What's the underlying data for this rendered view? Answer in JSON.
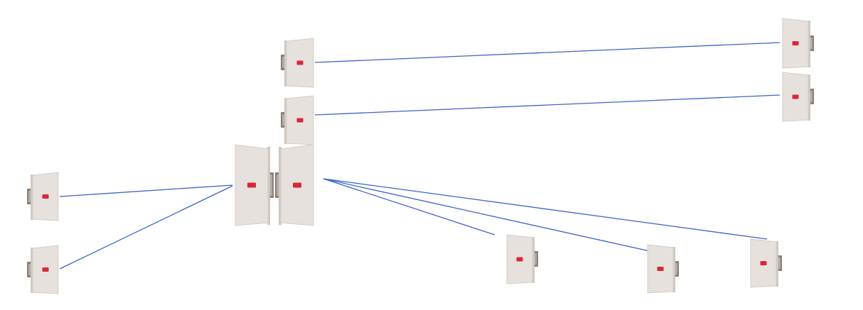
{
  "diagram": {
    "description_free": true,
    "colors": {
      "link": "#3a64c8",
      "panel_face": "#e6e1dc",
      "panel_side": "#cfc8c1",
      "bracket": "#8a7f78",
      "logo": "#d8283a"
    },
    "icons": [
      "antenna-panel-icon",
      "sector-antenna-icon",
      "mount-bracket-icon",
      "brand-logo-icon"
    ],
    "nodes": [
      {
        "id": "ptp-a-left",
        "kind": "panel",
        "mount": "left"
      },
      {
        "id": "ptp-a-right",
        "kind": "panel",
        "mount": "right"
      },
      {
        "id": "ptp-b-left",
        "kind": "panel",
        "mount": "left"
      },
      {
        "id": "ptp-b-right",
        "kind": "panel",
        "mount": "right"
      },
      {
        "id": "sector-left",
        "kind": "sector",
        "mount": "right"
      },
      {
        "id": "sector-right",
        "kind": "sector",
        "mount": "left"
      },
      {
        "id": "cpe-west-1",
        "kind": "panel",
        "mount": "left"
      },
      {
        "id": "cpe-west-2",
        "kind": "panel",
        "mount": "left"
      },
      {
        "id": "cpe-east-1",
        "kind": "panel",
        "mount": "right"
      },
      {
        "id": "cpe-east-2",
        "kind": "panel",
        "mount": "right"
      },
      {
        "id": "cpe-east-3",
        "kind": "panel",
        "mount": "right"
      }
    ],
    "links": [
      {
        "from": "ptp-a-left",
        "to": "ptp-a-right"
      },
      {
        "from": "ptp-b-left",
        "to": "ptp-b-right"
      },
      {
        "from": "sector-left",
        "to": "cpe-west-1"
      },
      {
        "from": "sector-left",
        "to": "cpe-west-2"
      },
      {
        "from": "sector-right",
        "to": "cpe-east-1"
      },
      {
        "from": "sector-right",
        "to": "cpe-east-2"
      },
      {
        "from": "sector-right",
        "to": "cpe-east-3"
      }
    ]
  }
}
